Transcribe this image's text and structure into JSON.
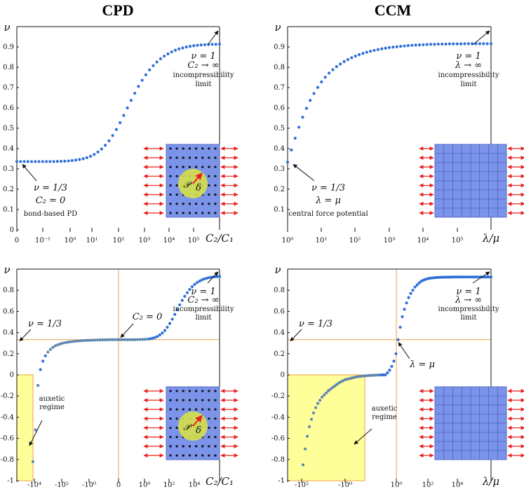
{
  "titles": {
    "left": "CPD",
    "right": "CCM"
  },
  "colors": {
    "dots": "#2f6fd8",
    "guide": "#f0a040",
    "auxetic_fill": "#ffff99",
    "arrow": "#e8211e",
    "grid_fill": "#7b93e8",
    "horizon": "#d6e04a"
  },
  "chart_data": [
    {
      "id": "cpd-top",
      "type": "scatter",
      "title": "CPD",
      "ylabel": "ν",
      "xlabel": "C₂/C₁",
      "ylim": [
        0.0,
        1.0
      ],
      "yticks": [
        "0.9",
        "0.8",
        "0.7",
        "0.6",
        "0.5",
        "0.4",
        "0.3",
        "0.2",
        "0.1",
        "0"
      ],
      "xticks": [
        "0",
        "10⁻¹",
        "10⁰",
        "10¹",
        "10²",
        "10³",
        "10⁴",
        "10⁵"
      ],
      "series": [
        {
          "values": [
            0.336,
            0.336,
            0.336,
            0.336,
            0.336,
            0.336,
            0.336,
            0.336,
            0.336,
            0.336,
            0.336,
            0.337,
            0.337,
            0.338,
            0.339,
            0.341,
            0.343,
            0.346,
            0.35,
            0.355,
            0.362,
            0.371,
            0.383,
            0.398,
            0.416,
            0.438,
            0.464,
            0.494,
            0.527,
            0.563,
            0.6,
            0.637,
            0.672,
            0.706,
            0.736,
            0.763,
            0.787,
            0.808,
            0.826,
            0.842,
            0.855,
            0.866,
            0.876,
            0.884,
            0.89,
            0.895,
            0.9,
            0.903,
            0.906,
            0.908,
            0.91,
            0.911,
            0.912,
            0.913,
            0.913,
            0.914
          ]
        }
      ],
      "annotations": [
        {
          "lines": [
            "ν = 1",
            "C₂ → ∞",
            "incompressibility",
            "limit"
          ]
        },
        {
          "lines": [
            "ν = 1/3",
            "C₂ = 0",
            "bond-based PD"
          ]
        }
      ],
      "inset_labels": {
        "body": "𝒫",
        "horizon": "δ"
      }
    },
    {
      "id": "ccm-top",
      "type": "scatter",
      "title": "CCM",
      "ylabel": "ν",
      "xlabel": "λ/μ",
      "ylim": [
        0.0,
        1.0
      ],
      "yticks": [
        "0.9",
        "0.8",
        "0.7",
        "0.6",
        "0.5",
        "0.4",
        "0.3",
        "0.2",
        "0.1"
      ],
      "xticks": [
        "10⁰",
        "10¹",
        "10²",
        "10³",
        "10⁴",
        "10⁵"
      ],
      "series": [
        {
          "values": [
            0.333,
            0.393,
            0.451,
            0.505,
            0.554,
            0.598,
            0.637,
            0.671,
            0.701,
            0.728,
            0.751,
            0.771,
            0.788,
            0.803,
            0.816,
            0.828,
            0.838,
            0.847,
            0.855,
            0.862,
            0.868,
            0.874,
            0.879,
            0.883,
            0.887,
            0.891,
            0.894,
            0.897,
            0.899,
            0.901,
            0.903,
            0.905,
            0.907,
            0.908,
            0.909,
            0.91,
            0.911,
            0.912,
            0.913,
            0.913,
            0.914,
            0.914,
            0.914,
            0.915,
            0.915,
            0.915,
            0.915,
            0.916,
            0.916,
            0.916,
            0.916,
            0.916,
            0.916,
            0.916,
            0.916
          ]
        }
      ],
      "annotations": [
        {
          "lines": [
            "ν = 1",
            "λ → ∞",
            "incompressibility",
            "limit"
          ]
        },
        {
          "lines": [
            "ν = 1/3",
            "λ = μ",
            "central force potential"
          ]
        }
      ]
    },
    {
      "id": "cpd-bottom",
      "type": "scatter",
      "ylabel": "ν",
      "xlabel": "C₂/C₁",
      "ylim": [
        -1.0,
        1.0
      ],
      "yticks": [
        "0.8",
        "0.6",
        "0.4",
        "0.2",
        "0",
        "-0.2",
        "-0.4",
        "-0.6",
        "-0.8",
        "-1"
      ],
      "xticks": [
        "-10⁴",
        "-10²",
        "-10⁰",
        "0",
        "10⁰",
        "10²",
        "10⁴"
      ],
      "series": [
        {
          "values": [
            -0.82,
            -0.52,
            -0.1,
            0.05,
            0.13,
            0.18,
            0.215,
            0.24,
            0.26,
            0.275,
            0.285,
            0.293,
            0.3,
            0.305,
            0.309,
            0.312,
            0.315,
            0.318,
            0.32,
            0.322,
            0.324,
            0.325,
            0.326,
            0.327,
            0.328,
            0.329,
            0.33,
            0.331,
            0.331,
            0.332,
            0.332,
            0.333,
            0.333,
            0.333,
            0.333,
            0.333,
            0.333,
            0.333,
            0.333,
            0.333,
            0.333,
            0.333,
            0.334,
            0.334,
            0.335,
            0.336,
            0.338,
            0.341,
            0.346,
            0.353,
            0.363,
            0.377,
            0.396,
            0.42,
            0.45,
            0.486,
            0.527,
            0.571,
            0.617,
            0.662,
            0.704,
            0.743,
            0.777,
            0.807,
            0.833,
            0.855,
            0.873,
            0.887,
            0.899,
            0.908,
            0.915,
            0.92,
            0.924,
            0.927,
            0.929,
            0.93
          ]
        }
      ],
      "annotations": [
        {
          "lines": [
            "ν = 1",
            "C₂ → ∞",
            "incompressibility",
            "limit"
          ]
        },
        {
          "lines": [
            "ν = 1/3"
          ]
        },
        {
          "lines": [
            "C₂ = 0"
          ]
        },
        {
          "lines": [
            "auxetic",
            "regime"
          ]
        }
      ],
      "inset_labels": {
        "body": "𝒫",
        "horizon": "δ"
      }
    },
    {
      "id": "ccm-bottom",
      "type": "scatter",
      "ylabel": "ν",
      "xlabel": "λ/μ",
      "ylim": [
        -1.0,
        1.0
      ],
      "yticks": [
        "0.8",
        "0.6",
        "0.4",
        "0.2",
        "0",
        "-0.2",
        "-0.4",
        "-0.6",
        "-0.8",
        "-1"
      ],
      "xticks": [
        "-10²",
        "-10⁰",
        "10⁰",
        "10²",
        "10⁴"
      ],
      "series": [
        {
          "values": [
            -0.85,
            -0.7,
            -0.58,
            -0.49,
            -0.42,
            -0.36,
            -0.31,
            -0.27,
            -0.24,
            -0.21,
            -0.19,
            -0.17,
            -0.15,
            -0.135,
            -0.12,
            -0.105,
            -0.09,
            -0.075,
            -0.065,
            -0.055,
            -0.045,
            -0.04,
            -0.035,
            -0.03,
            -0.025,
            -0.02,
            -0.017,
            -0.014,
            -0.012,
            -0.01,
            -0.008,
            -0.006,
            -0.005,
            -0.004,
            -0.003,
            -0.002,
            -0.001,
            0.0,
            0.0,
            0.0,
            0.02,
            0.045,
            0.08,
            0.13,
            0.2,
            0.333,
            0.45,
            0.55,
            0.62,
            0.68,
            0.73,
            0.77,
            0.8,
            0.83,
            0.85,
            0.87,
            0.885,
            0.895,
            0.903,
            0.909,
            0.913,
            0.916,
            0.918,
            0.92,
            0.921,
            0.922,
            0.923,
            0.923,
            0.924,
            0.924,
            0.924,
            0.925,
            0.925,
            0.925,
            0.925,
            0.925,
            0.925,
            0.925,
            0.925,
            0.925,
            0.925,
            0.925,
            0.925,
            0.925,
            0.925,
            0.925,
            0.925,
            0.925,
            0.925,
            0.925
          ]
        }
      ],
      "annotations": [
        {
          "lines": [
            "ν = 1",
            "λ → ∞",
            "incompressibility",
            "limit"
          ]
        },
        {
          "lines": [
            "ν = 1/3"
          ]
        },
        {
          "lines": [
            "λ = μ"
          ]
        },
        {
          "lines": [
            "auxetic",
            "regime"
          ]
        }
      ]
    }
  ]
}
